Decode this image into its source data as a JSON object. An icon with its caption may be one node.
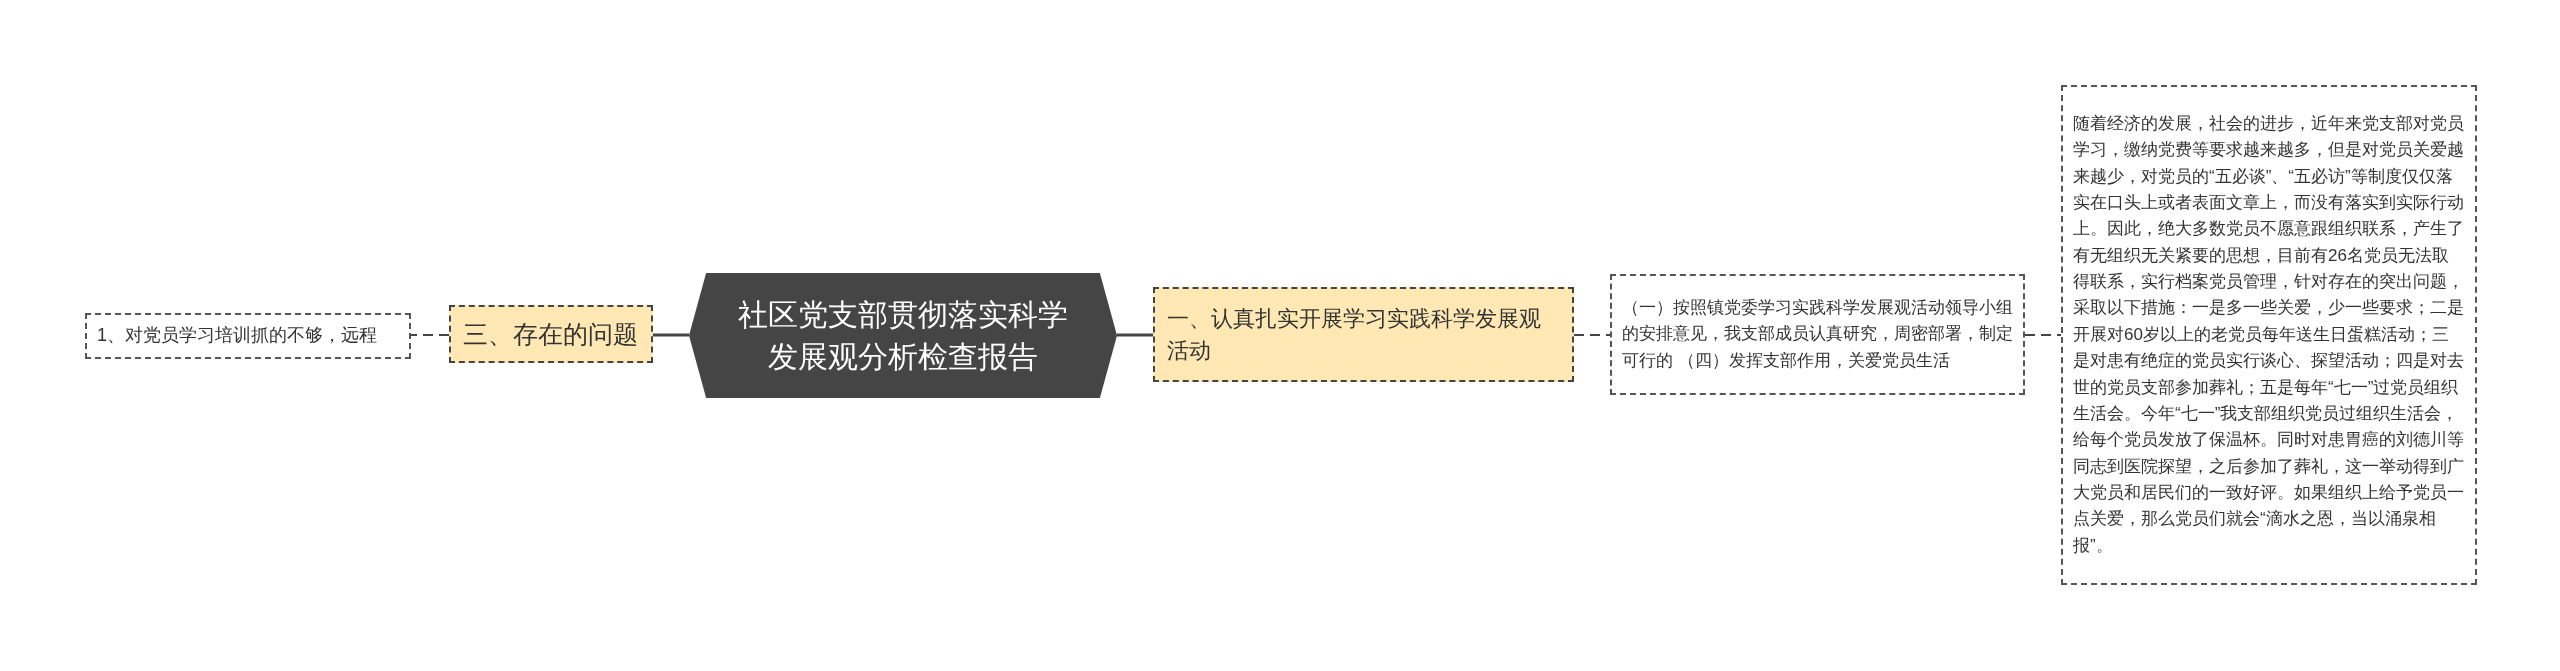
{
  "diagram": {
    "nodes": [
      {
        "text": [
          "社区党支部贯彻落实科学发展观分析检查报告"
        ]
      },
      {
        "text": [
          "三、存在的问题"
        ]
      },
      {
        "text": [
          "1、对党员学习培训抓的不够，远程"
        ]
      },
      {
        "text": [
          "一、认真扎实开展学习实践科学发展观活动"
        ]
      },
      {
        "text": [
          "（一）按照镇党委学习实践科学发展观活动领导小组的安排意见，我支部成员认真研究，周密部署，制定可行的 （四）发挥支部作用，关爱党员生活"
        ]
      },
      {
        "text": [
          "随着经济的发展，社会的进步，近年来党支部对党员学习，缴纳党费等要求越来越多，但是对党员关爱越来越少，对党员的“五必谈”、“五必访”等制度仅仅落实在口头上或者表面文章上，而没有落实到实际行动上。因此，绝大多数党员不愿意跟组织联系，产生了有无组织无关紧要的思想，目前有26名党员无法取得联系，实行档案党员管理，针对存在的突出问题，采取以下措施：一是多一些关爱，少一些要求；二是开展对60岁以上的老党员每年送生日蛋糕活动；三是对患有绝症的党员实行谈心、探望活动；四是对去世的党员支部参加葬礼；五是每年“七一”过党员组织生活会。今年“七一”我支部组织党员过组织生活会，给每个党员发放了保温杯。同时对患胃癌的刘德川等同志到医院探望，之后参加了葬礼，这一举动得到广大党员和居民们的一致好评。如果组织上给予党员一点关爱，那么党员们就会“滴水之恩，当以涌泉相报”。"
        ]
      }
    ],
    "edges": [
      {
        "from": 0,
        "to": 1,
        "arrow": "none"
      },
      {
        "from": 1,
        "to": 2,
        "arrow": "none",
        "style": "dashed"
      },
      {
        "from": 0,
        "to": 3,
        "arrow": "none"
      },
      {
        "from": 3,
        "to": 4,
        "arrow": "none",
        "style": "dashed"
      },
      {
        "from": 4,
        "to": 5,
        "arrow": "none",
        "style": "dashed"
      }
    ]
  }
}
